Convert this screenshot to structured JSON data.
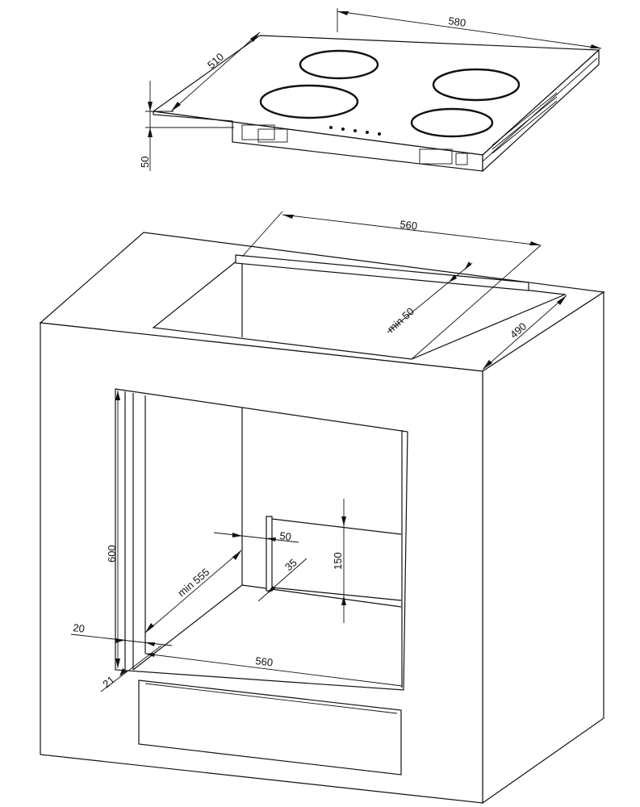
{
  "hob": {
    "width_label": "580",
    "depth_label": "510",
    "height_label": "50"
  },
  "cutout": {
    "width_label": "560",
    "depth_label": "490",
    "back_gap_label": "min 50"
  },
  "oven_niche": {
    "height_label": "600",
    "depth_label": "min 555",
    "width_label": "560",
    "vent_width_label": "50",
    "vent_depth_label": "35",
    "vent_height_label": "150",
    "side_offset_label": "20",
    "front_offset_label": "21"
  }
}
